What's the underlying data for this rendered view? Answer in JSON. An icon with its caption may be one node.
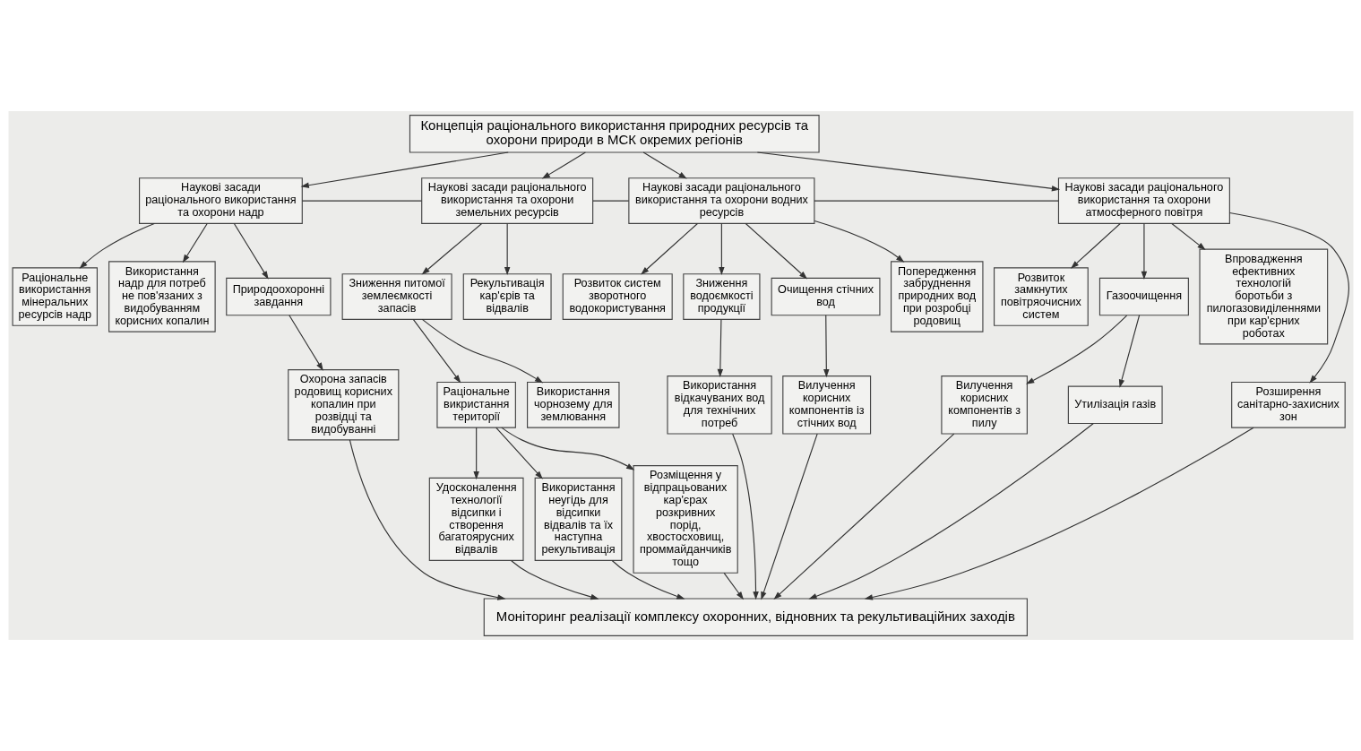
{
  "diagram": {
    "nodes": [
      {
        "text": [
          "Концепція раціонального використання природних ресурсів та охорони природи в МСК окремих регіонів"
        ]
      },
      {
        "text": [
          "Наукові засади раціонального використання та охорони надр"
        ]
      },
      {
        "text": [
          "Наукові засади раціонального використання та охорони земельних ресурсів"
        ]
      },
      {
        "text": [
          "Наукові засади раціонального використання та охорони водних ресурсів"
        ]
      },
      {
        "text": [
          "Наукові засади раціонального використання та охорони атмосферного повітря"
        ]
      },
      {
        "text": [
          "Раціональне використання мінеральних ресурсів надр"
        ]
      },
      {
        "text": [
          "Використання надр для потреб не пов'язаних з видобуванням корисних копалин"
        ]
      },
      {
        "text": [
          "Природоохоронні завдання"
        ]
      },
      {
        "text": [
          "Охорона запасів родовищ корисних копалин при розвідці та видобуванні"
        ]
      },
      {
        "text": [
          "Зниження питомої землеємкості запасів"
        ]
      },
      {
        "text": [
          "Рекультивація кар'єрів та відвалів"
        ]
      },
      {
        "text": [
          "Раціональне викристання території"
        ]
      },
      {
        "text": [
          "Використання чорнозему для землювання"
        ]
      },
      {
        "text": [
          "Удосконалення технології відсипки і створення багатоярусних відвалів"
        ]
      },
      {
        "text": [
          "Використання неугідь для відсипки відвалів та їх наступна рекультивація"
        ]
      },
      {
        "text": [
          "Розміщення у відпрацьованих кар'єрах розкривних порід, хвостосховищ, проммайданчиків тощо"
        ]
      },
      {
        "text": [
          "Розвиток систем зворотного водокористування"
        ]
      },
      {
        "text": [
          "Зниження водоємкості продукції"
        ]
      },
      {
        "text": [
          "Очищення стічних вод"
        ]
      },
      {
        "text": [
          "Попередження забруднення природних вод при розробці родовищ"
        ]
      },
      {
        "text": [
          "Використання відкачуваних вод для технічних потреб"
        ]
      },
      {
        "text": [
          "Вилучення корисних компонентів із стічних вод"
        ]
      },
      {
        "text": [
          "Розвиток замкнутих повітряочисних систем"
        ]
      },
      {
        "text": [
          "Газоочищення"
        ]
      },
      {
        "text": [
          "Впровадження ефективних технологій боротьби з пилогазовиділеннями при кар'єрних роботах"
        ]
      },
      {
        "text": [
          "Вилучення корисних компонентів з пилу"
        ]
      },
      {
        "text": [
          "Утилізація газів"
        ]
      },
      {
        "text": [
          "Розширення санітарно-захисних зон"
        ]
      },
      {
        "text": [
          "Моніторинг реалізації комплексу охоронних, відновних та рекультиваційних заходів"
        ]
      }
    ],
    "edges": [
      {
        "from": 0,
        "to": 1,
        "arrow": "to"
      },
      {
        "from": 0,
        "to": 2,
        "arrow": "to"
      },
      {
        "from": 0,
        "to": 3,
        "arrow": "to"
      },
      {
        "from": 0,
        "to": 4,
        "arrow": "to"
      },
      {
        "from": 1,
        "to": 2,
        "arrow": "none"
      },
      {
        "from": 2,
        "to": 3,
        "arrow": "none"
      },
      {
        "from": 3,
        "to": 4,
        "arrow": "none"
      },
      {
        "from": 1,
        "to": 5,
        "arrow": "to"
      },
      {
        "from": 1,
        "to": 6,
        "arrow": "to"
      },
      {
        "from": 1,
        "to": 7,
        "arrow": "to"
      },
      {
        "from": 7,
        "to": 8,
        "arrow": "to"
      },
      {
        "from": 2,
        "to": 9,
        "arrow": "to"
      },
      {
        "from": 2,
        "to": 10,
        "arrow": "to"
      },
      {
        "from": 9,
        "to": 11,
        "arrow": "to"
      },
      {
        "from": 9,
        "to": 12,
        "arrow": "to"
      },
      {
        "from": 11,
        "to": 13,
        "arrow": "to"
      },
      {
        "from": 11,
        "to": 14,
        "arrow": "to"
      },
      {
        "from": 11,
        "to": 15,
        "arrow": "to"
      },
      {
        "from": 3,
        "to": 16,
        "arrow": "to"
      },
      {
        "from": 3,
        "to": 17,
        "arrow": "to"
      },
      {
        "from": 3,
        "to": 18,
        "arrow": "to"
      },
      {
        "from": 3,
        "to": 19,
        "arrow": "to"
      },
      {
        "from": 17,
        "to": 20,
        "arrow": "to"
      },
      {
        "from": 18,
        "to": 21,
        "arrow": "to"
      },
      {
        "from": 4,
        "to": 22,
        "arrow": "to"
      },
      {
        "from": 4,
        "to": 23,
        "arrow": "to"
      },
      {
        "from": 4,
        "to": 24,
        "arrow": "to"
      },
      {
        "from": 23,
        "to": 25,
        "arrow": "to"
      },
      {
        "from": 23,
        "to": 26,
        "arrow": "to"
      },
      {
        "from": 4,
        "to": 27,
        "arrow": "to"
      },
      {
        "from": 8,
        "to": 28,
        "arrow": "to"
      },
      {
        "from": 13,
        "to": 28,
        "arrow": "to"
      },
      {
        "from": 14,
        "to": 28,
        "arrow": "to"
      },
      {
        "from": 15,
        "to": 28,
        "arrow": "to"
      },
      {
        "from": 20,
        "to": 28,
        "arrow": "to"
      },
      {
        "from": 21,
        "to": 28,
        "arrow": "to"
      },
      {
        "from": 25,
        "to": 28,
        "arrow": "to"
      },
      {
        "from": 26,
        "to": 28,
        "arrow": "to"
      },
      {
        "from": 27,
        "to": 28,
        "arrow": "to"
      }
    ]
  }
}
